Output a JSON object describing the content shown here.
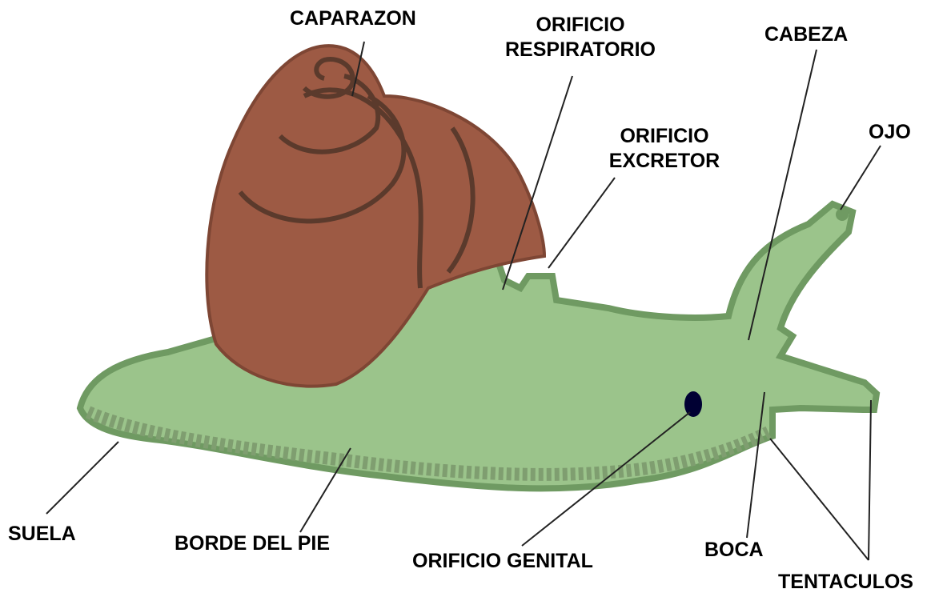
{
  "labels": {
    "caparazon": "CAPARAZON",
    "orificio_respiratorio_1": "ORIFICIO",
    "orificio_respiratorio_2": "RESPIRATORIO",
    "cabeza": "CABEZA",
    "orificio_excretor_1": "ORIFICIO",
    "orificio_excretor_2": "EXCRETOR",
    "ojo": "OJO",
    "suela": "SUELA",
    "borde_del_pie": "BORDE DEL PIE",
    "orificio_genital": "ORIFICIO GENITAL",
    "boca": "BOCA",
    "tentaculos": "TENTACULOS"
  },
  "colors": {
    "body": "#9bc48b",
    "body_edge": "#6f9a62",
    "foot_rim": "#7f9e70",
    "shell": "#9d5a44",
    "shell_lines": "#5b3a2c",
    "leader_lines": "#222222",
    "genital_pore": "#000033"
  }
}
